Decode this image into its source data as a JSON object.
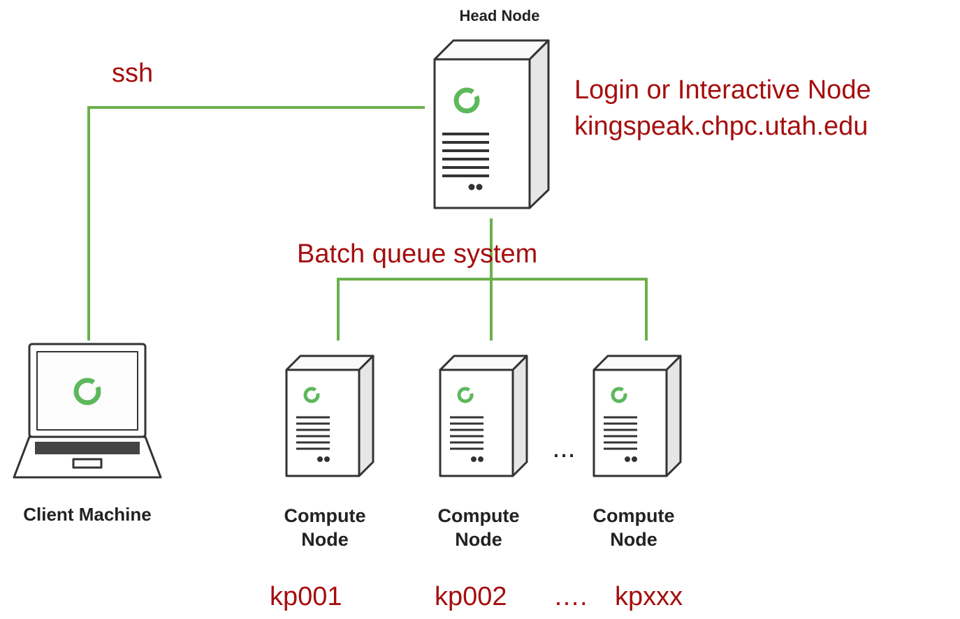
{
  "colors": {
    "link": "#6ab04c",
    "annotation": "#a50e0e",
    "device_label": "#222222",
    "device_stroke": "#333333",
    "device_ring": "#5cb85c"
  },
  "head_node": {
    "label": "Head Node",
    "icon": "server-icon",
    "annotation_line1": "Login or Interactive Node",
    "annotation_line2": "kingspeak.chpc.utah.edu"
  },
  "client": {
    "label": "Client Machine",
    "icon": "laptop-icon"
  },
  "links": {
    "ssh_label": "ssh",
    "batch_label": "Batch queue system"
  },
  "compute_nodes": [
    {
      "label_line1": "Compute",
      "label_line2": "Node",
      "hostname": "kp001",
      "icon": "server-icon"
    },
    {
      "label_line1": "Compute",
      "label_line2": "Node",
      "hostname": "kp002",
      "icon": "server-icon"
    },
    {
      "label_line1": "Compute",
      "label_line2": "Node",
      "hostname": "kpxxx",
      "icon": "server-icon"
    }
  ],
  "ellipsis_icon": "...",
  "ellipsis_hostnames": "…."
}
